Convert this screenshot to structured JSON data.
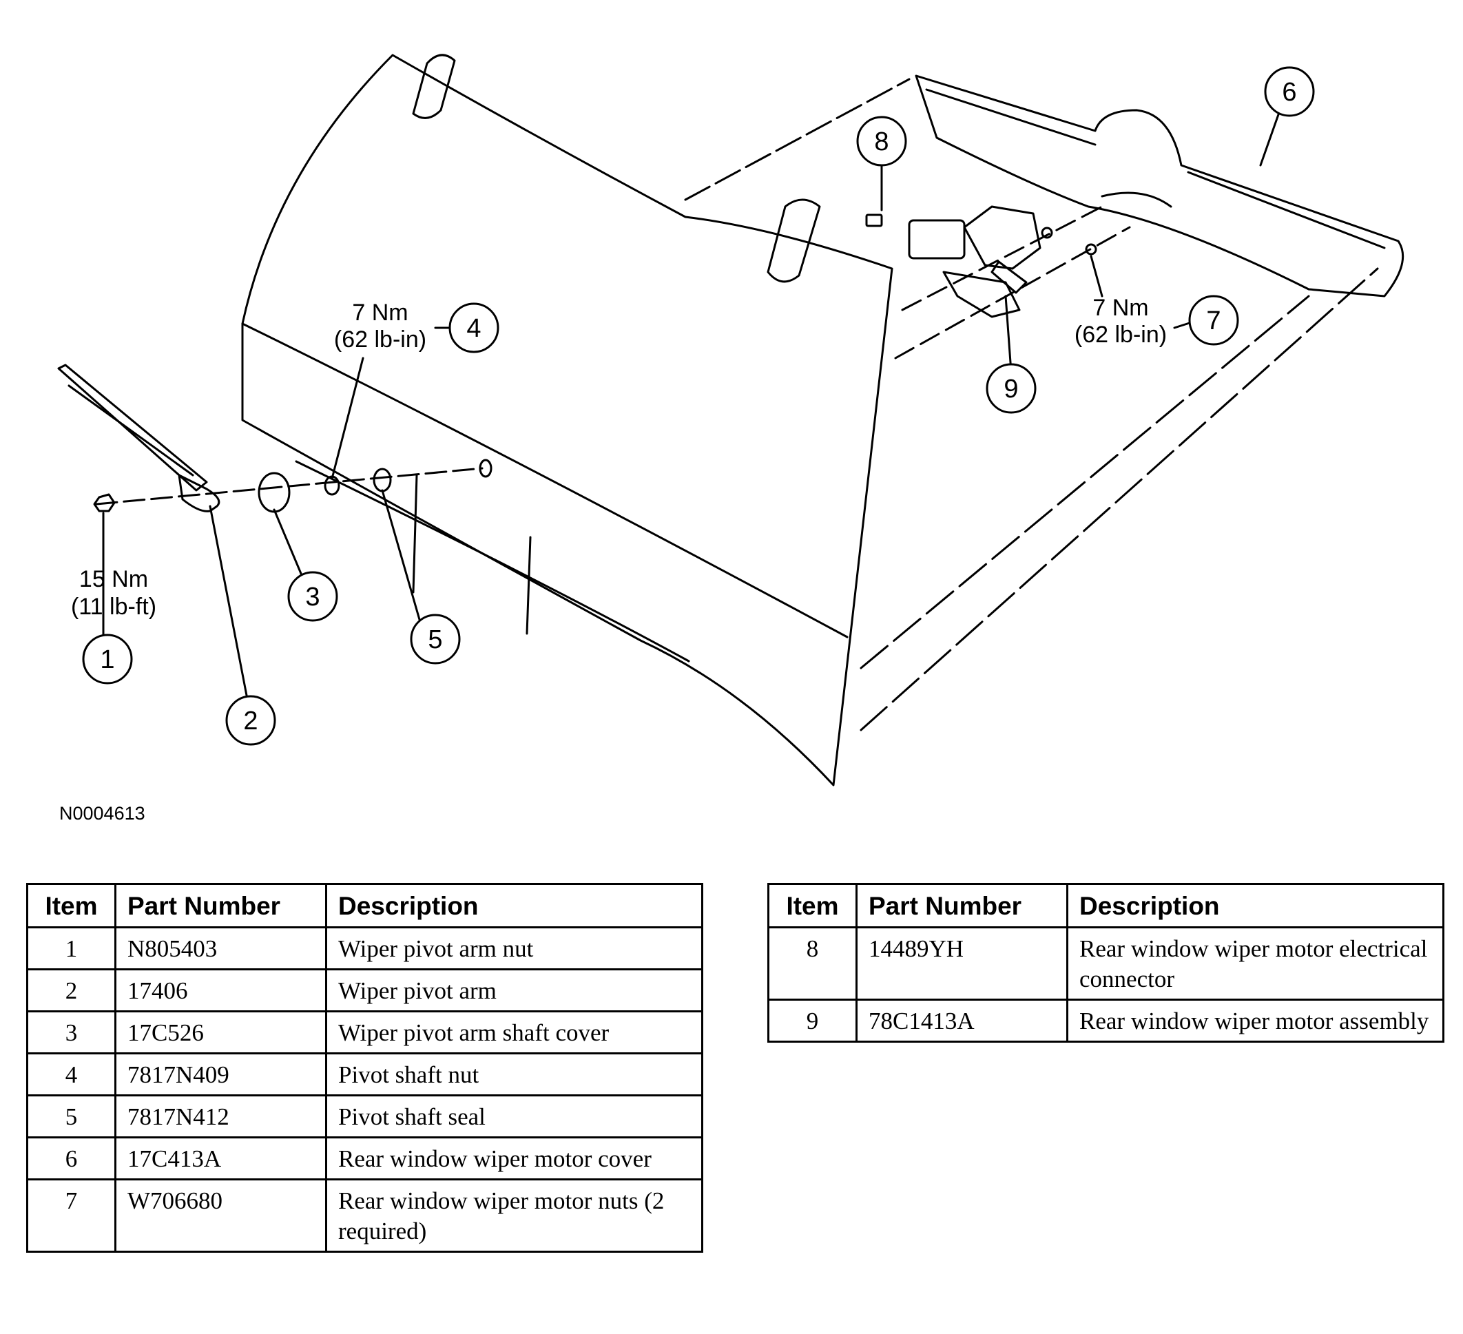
{
  "figure_id": "N0004613",
  "callouts": [
    {
      "n": "1"
    },
    {
      "n": "2"
    },
    {
      "n": "3"
    },
    {
      "n": "4"
    },
    {
      "n": "5"
    },
    {
      "n": "6"
    },
    {
      "n": "7"
    },
    {
      "n": "8"
    },
    {
      "n": "9"
    }
  ],
  "torques": {
    "item1": {
      "line1": "15 Nm",
      "line2": "(11 lb-ft)"
    },
    "item4": {
      "line1": "7 Nm",
      "line2": "(62 lb-in)"
    },
    "item7": {
      "line1": "7 Nm",
      "line2": "(62 lb-in)"
    }
  },
  "table_headers": {
    "item": "Item",
    "part_number": "Part Number",
    "description": "Description"
  },
  "table_left": [
    {
      "item": "1",
      "part_number": "N805403",
      "description": "Wiper pivot arm nut"
    },
    {
      "item": "2",
      "part_number": "17406",
      "description": "Wiper pivot arm"
    },
    {
      "item": "3",
      "part_number": "17C526",
      "description": "Wiper pivot arm shaft cover"
    },
    {
      "item": "4",
      "part_number": "7817N409",
      "description": "Pivot shaft nut"
    },
    {
      "item": "5",
      "part_number": "7817N412",
      "description": "Pivot shaft seal"
    },
    {
      "item": "6",
      "part_number": "17C413A",
      "description": "Rear window wiper motor cover"
    },
    {
      "item": "7",
      "part_number": "W706680",
      "description": "Rear window wiper motor nuts (2 required)"
    }
  ],
  "table_right": [
    {
      "item": "8",
      "part_number": "14489YH",
      "description": "Rear window wiper motor electrical connector"
    },
    {
      "item": "9",
      "part_number": "78C1413A",
      "description": "Rear window wiper motor assembly"
    }
  ]
}
